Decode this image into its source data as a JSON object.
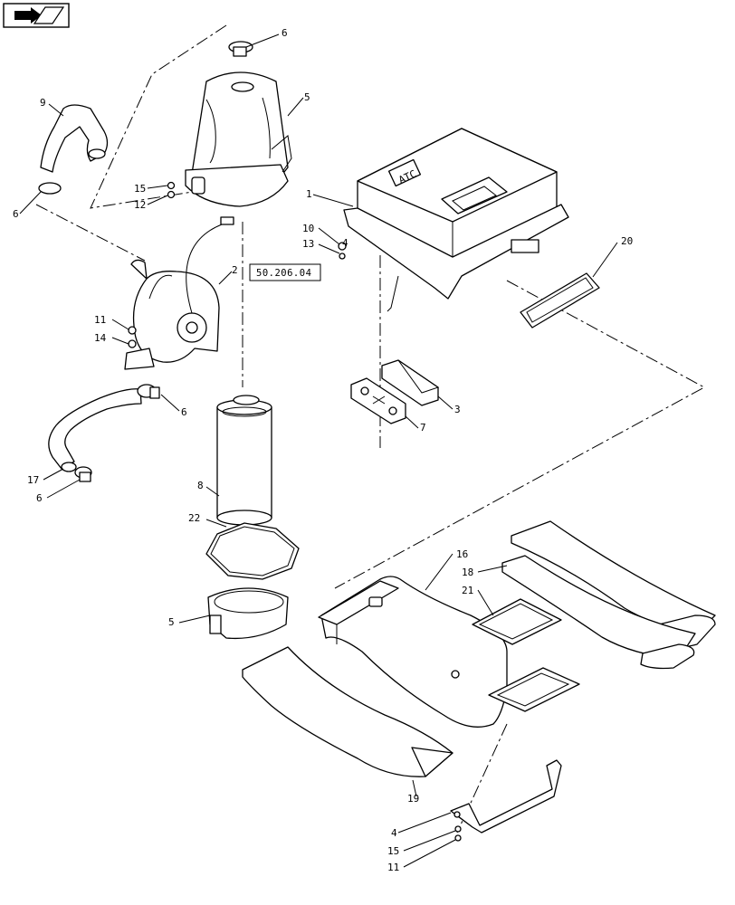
{
  "nav_icon": "back-arrow-icon",
  "callouts": {
    "c1": "1",
    "c2": "2",
    "c3": "3",
    "c4a": "4",
    "c4b": "4",
    "c5a": "5",
    "c5b": "5",
    "c6a": "6",
    "c6b": "6",
    "c6c": "6",
    "c6d": "6",
    "c7": "7",
    "c8": "8",
    "c9": "9",
    "c10": "10",
    "c11a": "11",
    "c11b": "11",
    "c12": "12",
    "c13": "13",
    "c14": "14",
    "c15a": "15",
    "c15b": "15",
    "c16": "16",
    "c17": "17",
    "c18": "18",
    "c19": "19",
    "c20": "20",
    "c21": "21",
    "c22": "22"
  },
  "reference_box": "50.206.04",
  "atc_label": "ATC"
}
